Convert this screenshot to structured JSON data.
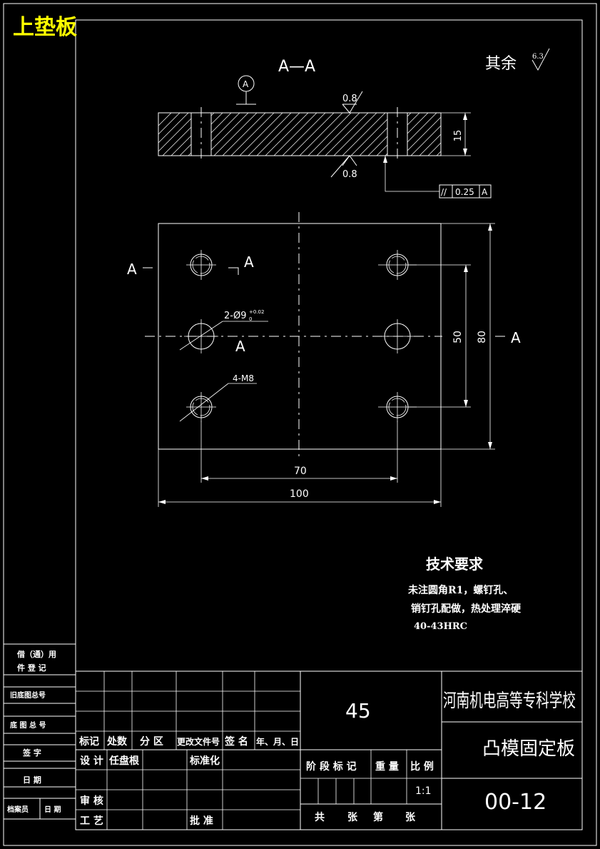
{
  "title_label": "上垫板",
  "section_label": "A—A",
  "roughness_rest": "其余",
  "roughness_rest_value": "6.3",
  "datum_letter": "A",
  "roughness_top": "0.8",
  "roughness_bottom": "0.8",
  "thickness_dim": "15",
  "tolerance": {
    "symbol": "//",
    "value": "0.25",
    "datum": "A"
  },
  "cut_labels": {
    "left": "A",
    "left_end": "A",
    "mid": "A",
    "right": "A"
  },
  "hole_pin_note": "2-Ø9",
  "hole_pin_tol_upper": "+0.02",
  "hole_pin_tol_lower": "0",
  "hole_thread_note": "4-M8",
  "dims": {
    "d70": "70",
    "d100": "100",
    "d50": "50",
    "d80": "80"
  },
  "tech": {
    "heading": "技术要求",
    "line1": "未注圆角R1，螺钉孔、",
    "line2": "销钉孔配做，热处理淬硬",
    "line3": "40-43HRC"
  },
  "side_table": {
    "r1a": "借（通）用",
    "r1b": "件  登  记",
    "r2": "旧底图总号",
    "r3": "底 图 总 号",
    "r4": "签      字",
    "r5": "日      期",
    "r6a": "档案员",
    "r6b": "日  期"
  },
  "title_block": {
    "material": "45",
    "school": "河南机电高等专科学校",
    "part_name": "凸模固定板",
    "drawing_no": "00-12",
    "h_mark": "标记",
    "h_count": "处数",
    "h_zone": "分 区",
    "h_doc": "更改文件号",
    "h_sign": "签 名",
    "h_date": "年、月、日",
    "design": "设 计",
    "designer": "任盘根",
    "standard": "标准化",
    "review": "审 核",
    "process": "工 艺",
    "approve": "批 准",
    "stage_mark": "阶 段 标 记",
    "weight": "重  量",
    "scale_label": "比 例",
    "scale": "1:1",
    "total": "共",
    "sheets": "张",
    "page": "第",
    "sheet2": "张"
  }
}
